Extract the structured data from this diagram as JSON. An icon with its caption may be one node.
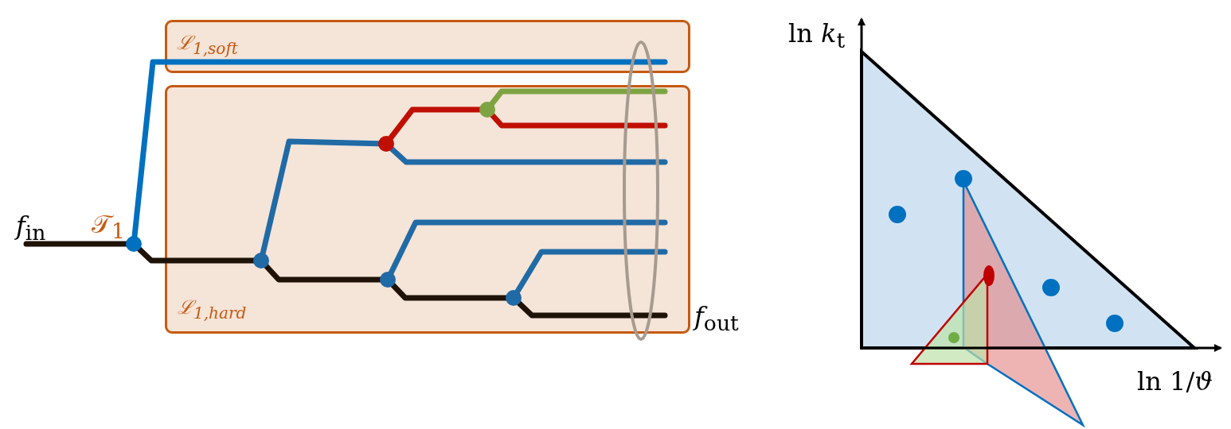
{
  "diagram": {
    "nodes": [
      {
        "text": [
          "ℒ$_{1,soft}$"
        ]
      },
      {
        "text": [
          "ℒ$_{1,hard}$"
        ]
      }
    ],
    "labels": [
      "*f*$_{in}$",
      "𝒯$_{1}$",
      "*f*$_{out}$",
      "ln *k*$_{t}$",
      "ln 1/*ϑ*"
    ]
  }
}
